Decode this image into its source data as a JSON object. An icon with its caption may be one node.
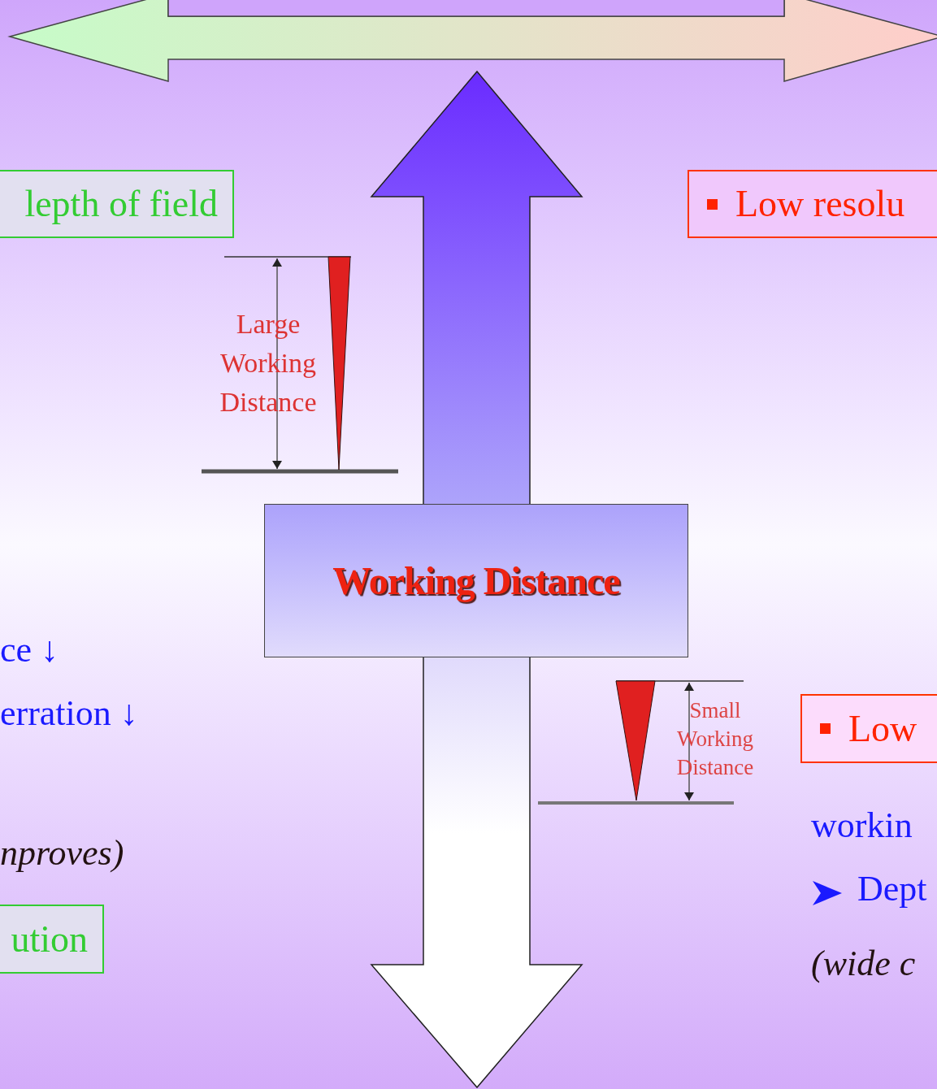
{
  "diagram": {
    "nodes": [
      {
        "text": [
          "lepth of field"
        ]
      },
      {
        "text": [
          "Low resolu"
        ]
      },
      {
        "text": [
          "Working Distance"
        ]
      },
      {
        "text": [
          "Low"
        ]
      },
      {
        "text": [
          "ution"
        ]
      }
    ],
    "labels": [
      "Large Working Distance",
      "ce ↓",
      "Small Working Distance",
      "erration ↓",
      "workin",
      "nproves)",
      "Dept",
      "(wide c"
    ]
  }
}
